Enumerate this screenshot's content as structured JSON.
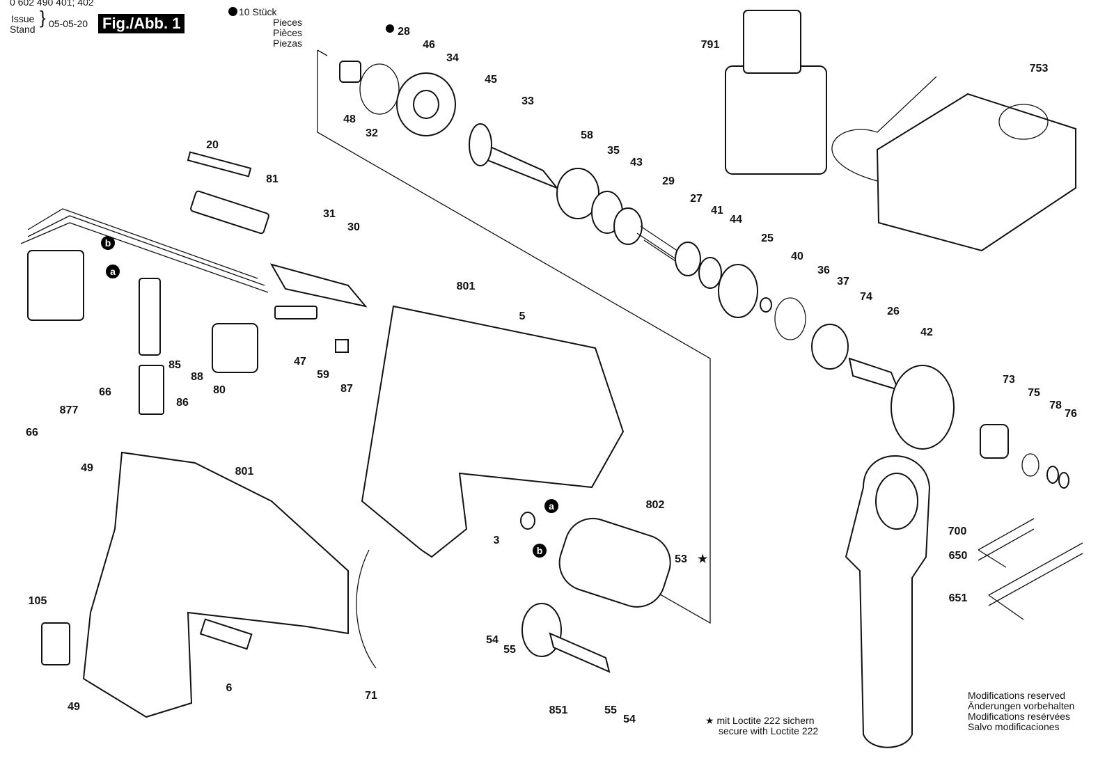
{
  "header": {
    "part_numbers": "0 602 490 401; 402",
    "issue_label": "Issue",
    "stand_label": "Stand",
    "date": "05-05-20",
    "figure": "Fig./Abb. 1"
  },
  "legend": {
    "quantity": "10 Stück",
    "lines": [
      "Pieces",
      "Pièces",
      "Piezas"
    ]
  },
  "loctite_note": [
    "mit Loctite 222 sichern",
    "secure with Loctite 222"
  ],
  "modifications_note": [
    "Modifications reserved",
    "Änderungen vorbehalten",
    "Modifications resérvées",
    "Salvo modificaciones"
  ],
  "part_labels": [
    "28",
    "46",
    "34",
    "45",
    "33",
    "48",
    "32",
    "20",
    "81",
    "58",
    "35",
    "43",
    "29",
    "27",
    "41",
    "44",
    "25",
    "40",
    "36",
    "37",
    "74",
    "26",
    "42",
    "31",
    "30",
    "801",
    "5",
    "85",
    "88",
    "80",
    "47",
    "59",
    "87",
    "86",
    "66",
    "877",
    "66",
    "73",
    "75",
    "78",
    "76",
    "49",
    "801",
    "802",
    "3",
    "53",
    "700",
    "650",
    "651",
    "105",
    "54",
    "55",
    "6",
    "71",
    "851",
    "55",
    "54",
    "49",
    "791",
    "753"
  ],
  "callout_letters": [
    "b",
    "a",
    "a",
    "b"
  ]
}
